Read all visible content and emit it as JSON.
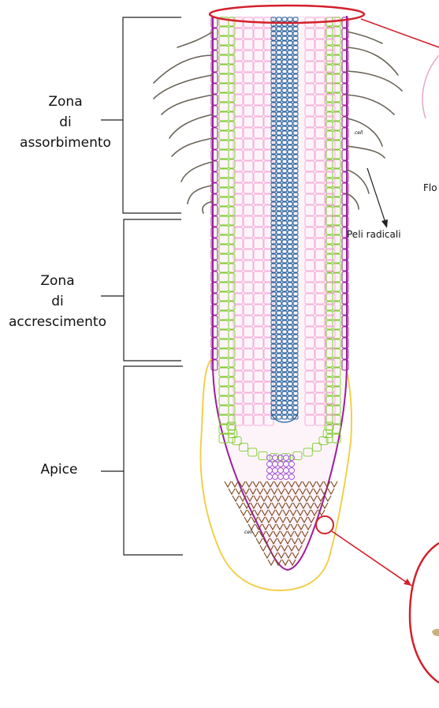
{
  "zones": [
    {
      "id": "absorption",
      "lines": [
        "Zona",
        "di",
        "assorbimento"
      ]
    },
    {
      "id": "growth",
      "lines": [
        "Zona",
        "di",
        "accrescimento"
      ]
    },
    {
      "id": "apex",
      "lines": [
        "Apice"
      ]
    }
  ],
  "callouts": {
    "root_hairs": "Peli radicali",
    "phloem_partial": "Flo"
  },
  "colors": {
    "highlight": "#d3202a",
    "xylem": "#1f5f9a",
    "cortex": "#f29bd0",
    "endodermis": "#7ccc2a",
    "epidermis": "#9a1f9a",
    "root_cap": "#7a4518",
    "cap_outline": "#f2cf4a",
    "hair": "#6b6458",
    "meristem": "#9b4dd6"
  },
  "icons": [
    "bracket-absorption",
    "bracket-growth",
    "bracket-apex",
    "root-section-drawing",
    "magnifier-circle-top",
    "magnifier-circle-cap",
    "arrow-to-hairs"
  ]
}
